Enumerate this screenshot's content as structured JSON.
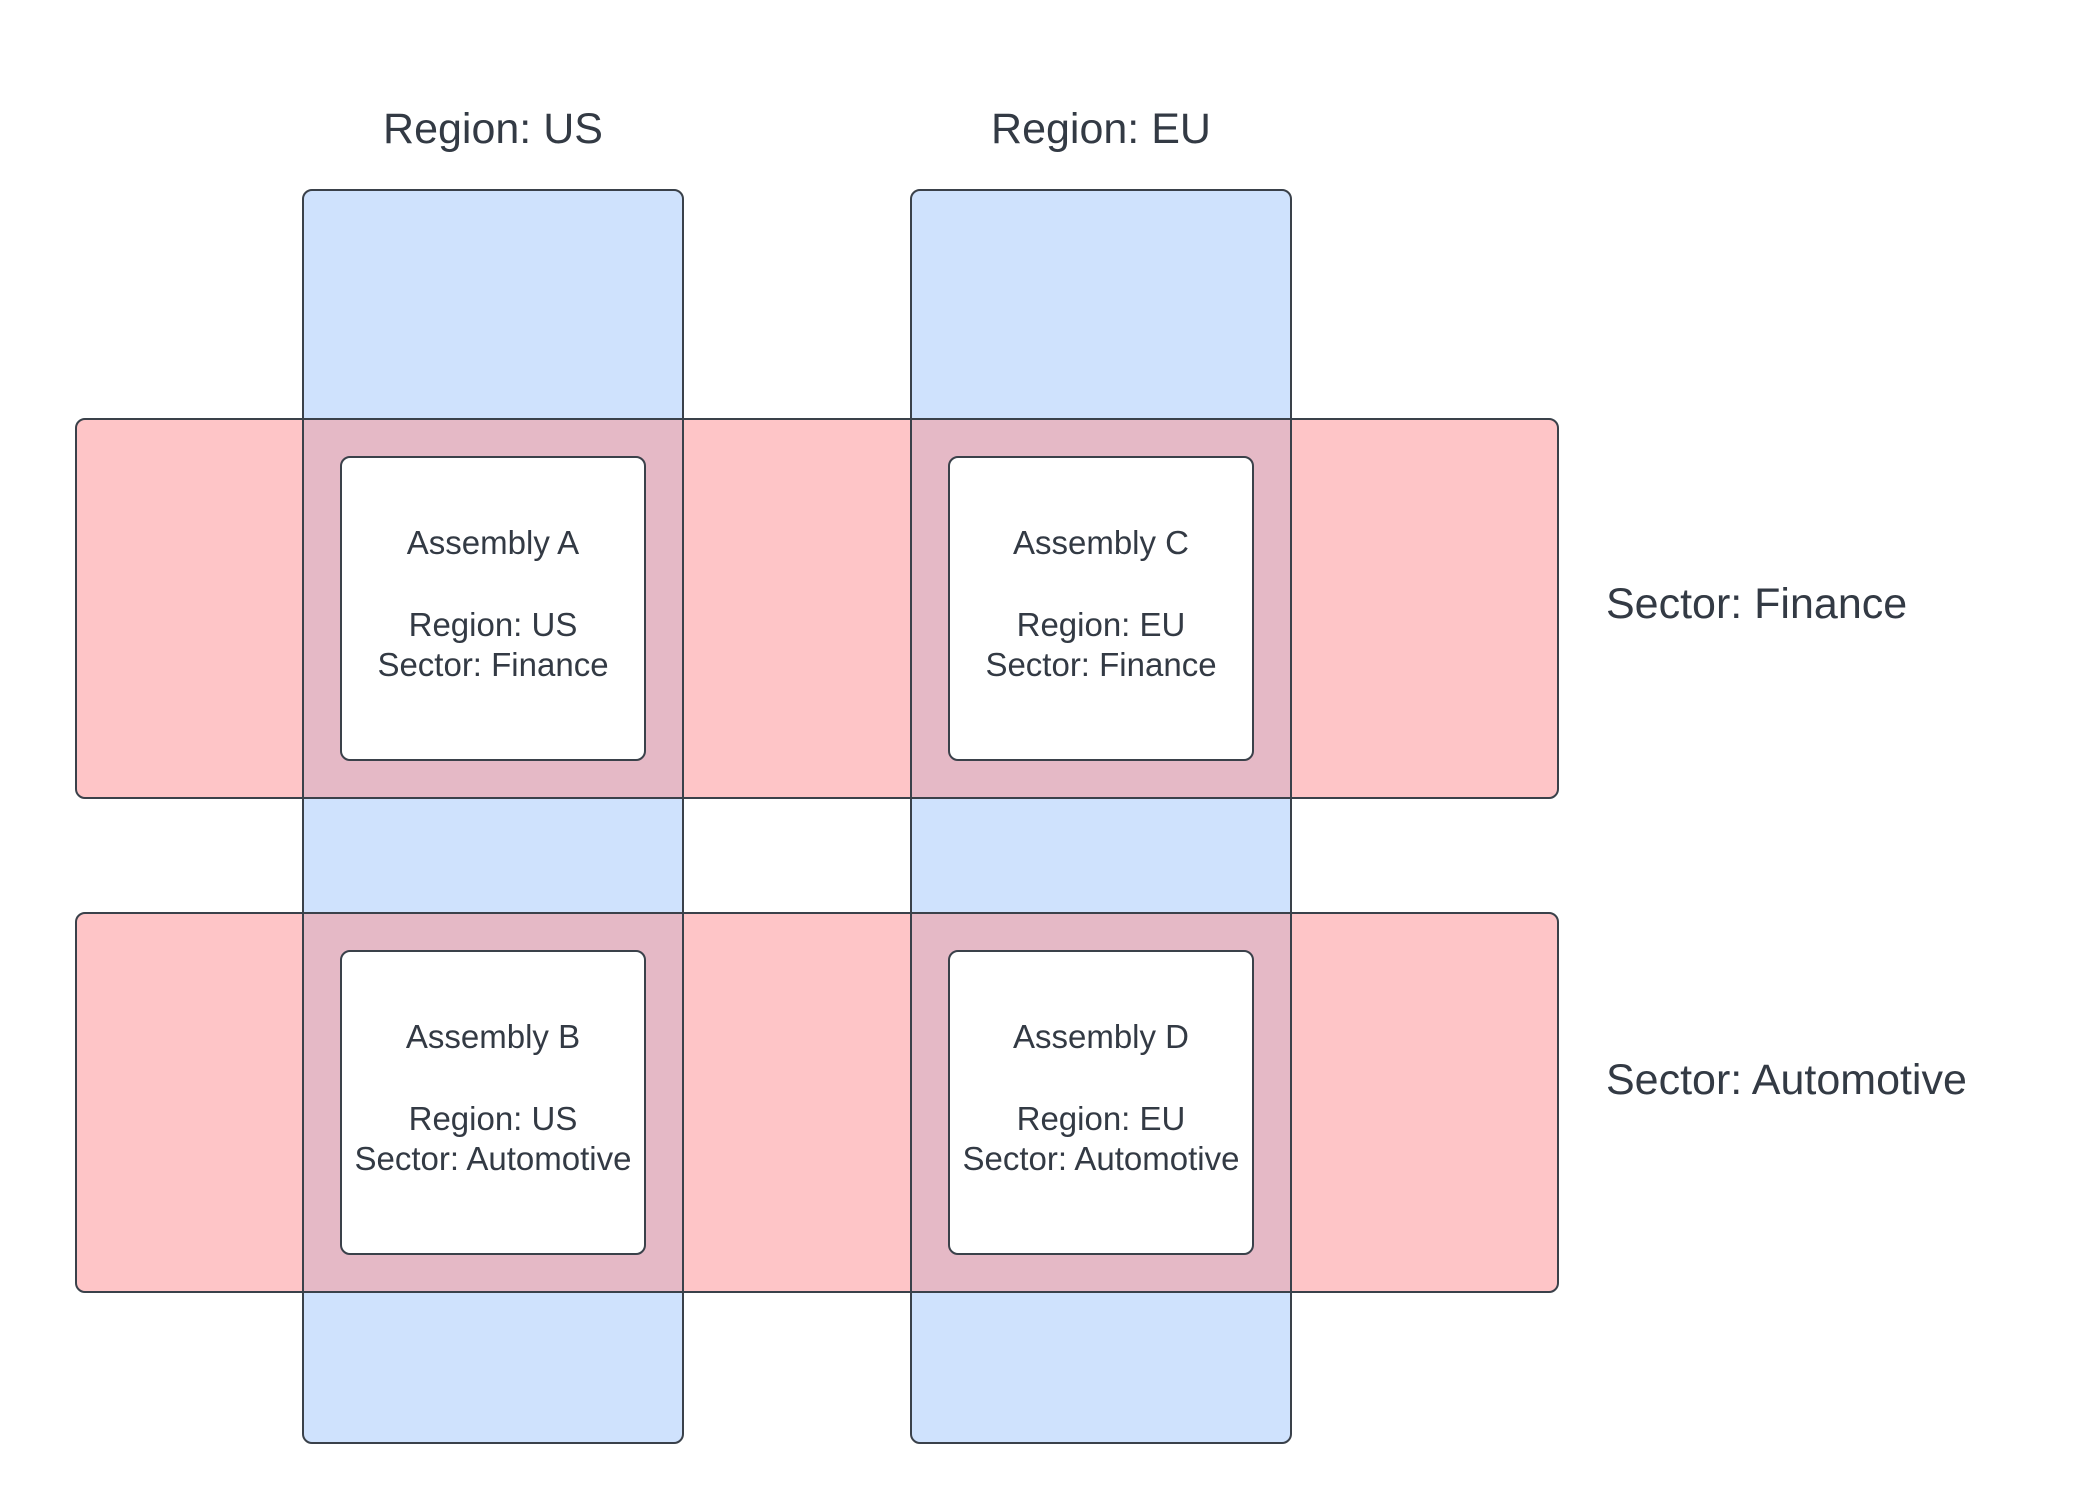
{
  "colors": {
    "region_fill": "#cfe2fd",
    "sector_fill": "#fec5c7",
    "overlap_fill": "#e5b9c6",
    "card_fill": "#ffffff",
    "border": "#3a414a",
    "text": "#333a44"
  },
  "regions": [
    {
      "id": "us",
      "label": "Region: US"
    },
    {
      "id": "eu",
      "label": "Region: EU"
    }
  ],
  "sectors": [
    {
      "id": "finance",
      "label": "Sector: Finance"
    },
    {
      "id": "automotive",
      "label": "Sector: Automotive"
    }
  ],
  "assemblies": [
    {
      "id": "a",
      "name": "Assembly A",
      "region": "Region: US",
      "sector": "Sector: Finance"
    },
    {
      "id": "c",
      "name": "Assembly C",
      "region": "Region: EU",
      "sector": "Sector: Finance"
    },
    {
      "id": "b",
      "name": "Assembly B",
      "region": "Region: US",
      "sector": "Sector: Automotive"
    },
    {
      "id": "d",
      "name": "Assembly D",
      "region": "Region: EU",
      "sector": "Sector: Automotive"
    }
  ]
}
